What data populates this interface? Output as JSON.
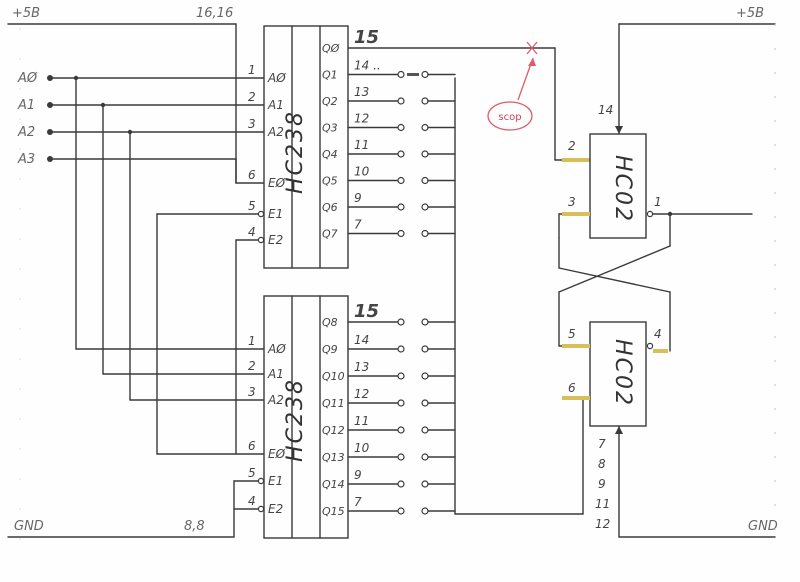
{
  "rails": {
    "vcc_left": "+5B",
    "vcc_right": "+5B",
    "gnd_left": "GND",
    "gnd_right": "GND",
    "note_top": "16,16",
    "note_bottom": "8,8"
  },
  "inputs": [
    "AØ",
    "A1",
    "A2",
    "A3"
  ],
  "decoder_top": {
    "name": "HC238",
    "left_pin_numbers": [
      "1",
      "2",
      "3",
      "6",
      "5",
      "4"
    ],
    "left_pin_labels": [
      "AØ",
      "A1",
      "A2",
      "EØ",
      "E1",
      "E2"
    ],
    "outputs": [
      "QØ",
      "Q1",
      "Q2",
      "Q3",
      "Q4",
      "Q5",
      "Q6",
      "Q7"
    ],
    "output_pins": [
      "15",
      "14 ..",
      "13",
      "12",
      "11",
      "10",
      "9",
      "7"
    ]
  },
  "decoder_bottom": {
    "name": "HC238",
    "left_pin_numbers": [
      "1",
      "2",
      "3",
      "6",
      "5",
      "4"
    ],
    "left_pin_labels": [
      "AØ",
      "A1",
      "A2",
      "EØ",
      "E1",
      "E2"
    ],
    "outputs": [
      "Q8",
      "Q9",
      "Q10",
      "Q11",
      "Q12",
      "Q13",
      "Q14",
      "Q15"
    ],
    "output_pins": [
      "15",
      "14",
      "13",
      "12",
      "11",
      "10",
      "9",
      "7"
    ]
  },
  "gate_top": {
    "name": "HC02",
    "pins": {
      "in_a": "2",
      "in_b": "3",
      "out": "1",
      "vcc": "14"
    }
  },
  "gate_bottom": {
    "name": "HC02",
    "pins": {
      "in_a": "5",
      "in_b": "6",
      "out": "4"
    },
    "gnd_pins": [
      "7",
      "8",
      "9",
      "11",
      "12"
    ]
  },
  "probe_label": "scop",
  "colors": {
    "ink": "#3a3a3a",
    "probe": "#e05a6a",
    "highlight": "#e6d84a"
  }
}
